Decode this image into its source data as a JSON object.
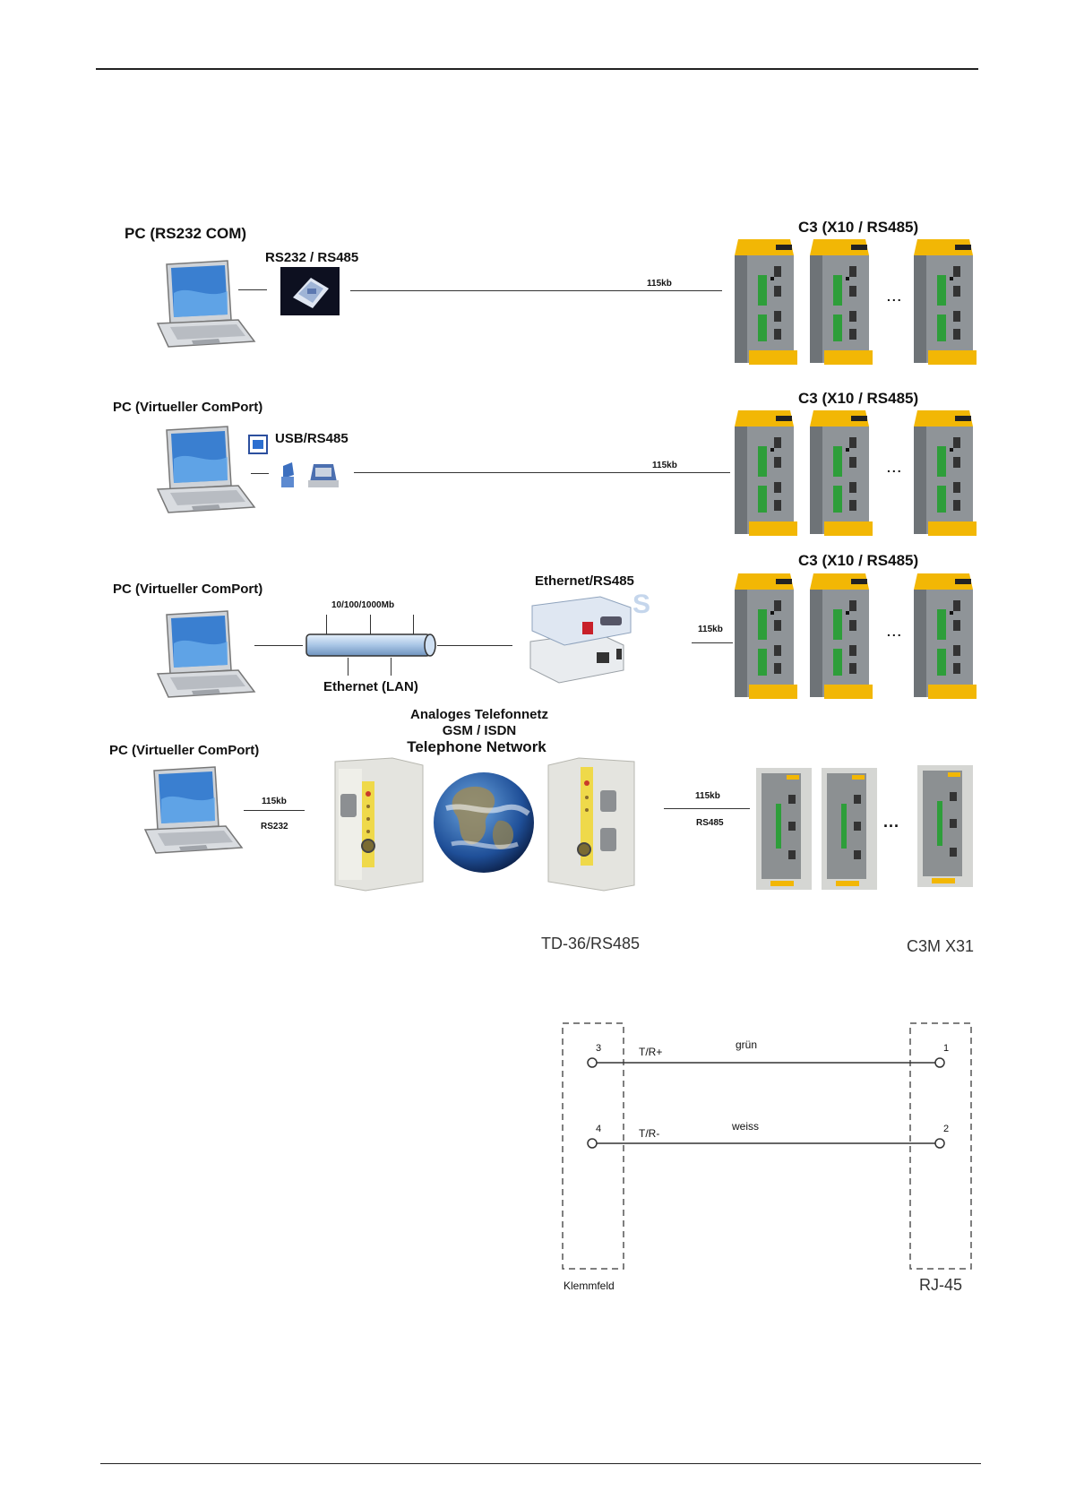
{
  "rows": [
    {
      "pc_label": "PC (RS232 COM)",
      "converter_label": "RS232 / RS485",
      "speed": "115kb",
      "drives_label": "C3 (X10 / RS485)",
      "ellipsis": "..."
    },
    {
      "pc_label": "PC (Virtueller ComPort)",
      "converter_label": "USB/RS485",
      "speed": "115kb",
      "drives_label": "C3 (X10 / RS485)",
      "ellipsis": "..."
    },
    {
      "pc_label": "PC (Virtueller ComPort)",
      "network_speed": "10/100/1000Mb",
      "network_label": "Ethernet (LAN)",
      "converter_label": "Ethernet/RS485",
      "speed": "115kb",
      "drives_label": "C3 (X10 / RS485)",
      "ellipsis": "..."
    },
    {
      "pc_label": "PC (Virtueller ComPort)",
      "speed_left": "115kb",
      "protocol_left": "RS232",
      "network_title_line1": "Analoges Telefonnetz",
      "network_title_line2": "GSM / ISDN",
      "network_title_line3": "Telephone Network",
      "speed_right": "115kb",
      "protocol_right": "RS485",
      "ellipsis": "...",
      "modem_label": "TD-36/RS485",
      "drives_label": "C3M X31"
    }
  ],
  "wiring": {
    "left_block_label": "Klemmfeld",
    "right_block_label": "RJ-45",
    "wires": [
      {
        "left_pin": "3",
        "left_signal": "T/R+",
        "color_name": "grün",
        "right_pin": "1"
      },
      {
        "left_pin": "4",
        "left_signal": "T/R-",
        "color_name": "weiss",
        "right_pin": "2"
      }
    ]
  },
  "colors": {
    "drive_yellow": "#f2b705",
    "drive_gray": "#8f9498",
    "drive_green": "#2e9e3a",
    "laptop_screen": "#3a7fd0",
    "cable_blue": "#a9c6e6"
  }
}
